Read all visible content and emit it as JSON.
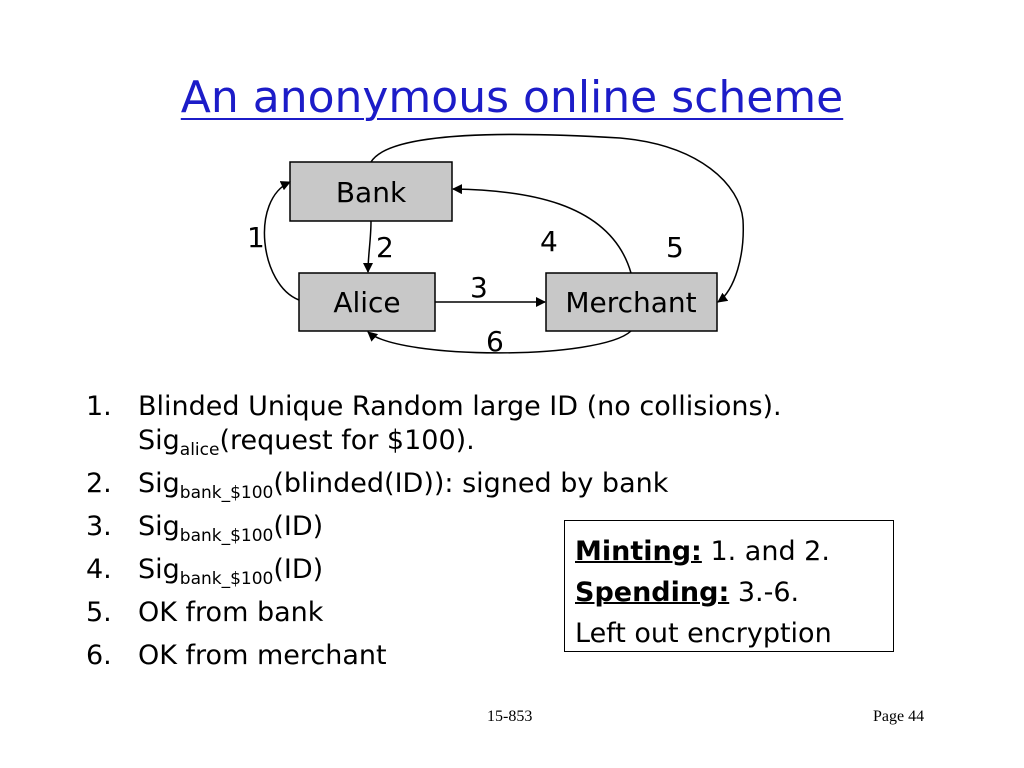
{
  "title": "An anonymous online scheme",
  "diagram": {
    "nodes": {
      "bank": "Bank",
      "alice": "Alice",
      "merchant": "Merchant"
    },
    "labels": {
      "e1": "1",
      "e2": "2",
      "e3": "3",
      "e4": "4",
      "e5": "5",
      "e6": "6"
    }
  },
  "steps": [
    {
      "n": "1.",
      "line1": "Blinded Unique Random large ID (no collisions).",
      "sig": "Sig",
      "sub": "alice",
      "after": "(request for $100)."
    },
    {
      "n": "2.",
      "sig": "Sig",
      "sub": "bank_$100",
      "after": "(blinded(ID)):  signed by bank"
    },
    {
      "n": "3.",
      "sig": "Sig",
      "sub": "bank_$100",
      "after": "(ID)"
    },
    {
      "n": "4.",
      "sig": "Sig",
      "sub": "bank_$100",
      "after": "(ID)"
    },
    {
      "n": "5.",
      "text": "OK from bank"
    },
    {
      "n": "6.",
      "text": "OK from merchant"
    }
  ],
  "note": {
    "minting_label": "Minting:",
    "minting_text": " 1. and 2.",
    "spending_label": "Spending:",
    "spending_text": " 3.-6.",
    "line3": "Left out encryption"
  },
  "footer": {
    "course": "15-853",
    "page": "Page 44"
  }
}
